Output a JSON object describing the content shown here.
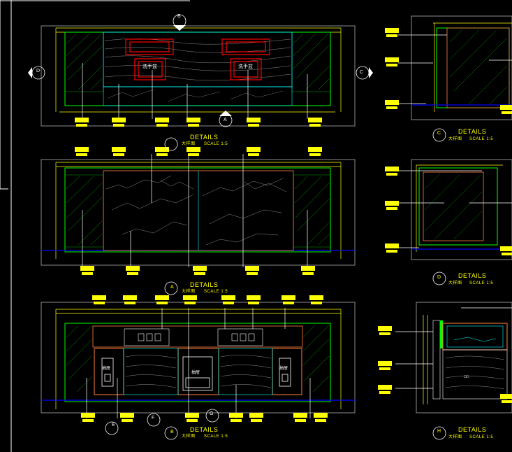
{
  "captions": [
    {
      "id": "top-main",
      "letter": "",
      "title": "DETAILS",
      "sub": "大样图",
      "scale": "SCALE 1:5"
    },
    {
      "id": "mid-main",
      "letter": "A",
      "title": "DETAILS",
      "sub": "大样图",
      "scale": "SCALE 1:5"
    },
    {
      "id": "bot-main",
      "letter": "B",
      "title": "DETAILS",
      "sub": "大样图",
      "scale": "SCALE 1:5"
    },
    {
      "id": "right-1",
      "letter": "C",
      "title": "DETAILS",
      "sub": "大样图",
      "scale": "SCALE 1:5"
    },
    {
      "id": "right-2",
      "letter": "D",
      "title": "DETAILS",
      "sub": "大样图",
      "scale": "SCALE 1:5"
    },
    {
      "id": "right-3",
      "letter": "H",
      "title": "DETAILS",
      "sub": "大样图",
      "scale": "SCALE 1:5"
    }
  ],
  "section_markers": {
    "top_b": "B",
    "top_d": "D",
    "top_c": "C",
    "top_a": "A",
    "bot_e": "E",
    "bot_f": "F",
    "bot_g": "G"
  },
  "drawing_labels": {
    "sink_1": "洗手盆",
    "sink_2": "洗手盆",
    "cabinet_center": "抽屉",
    "cabinet_left": "抽屉",
    "cabinet_right": "抽屉",
    "detail_h_text": "□□"
  },
  "colors": {
    "background": "#000000",
    "yellow": "#ffff00",
    "green": "#00ff00",
    "cyan": "#00ffff",
    "red": "#ff0000",
    "white": "#ffffff",
    "blue": "#0000ff",
    "orange": "#ff8040",
    "grey": "#8c8c8c"
  }
}
